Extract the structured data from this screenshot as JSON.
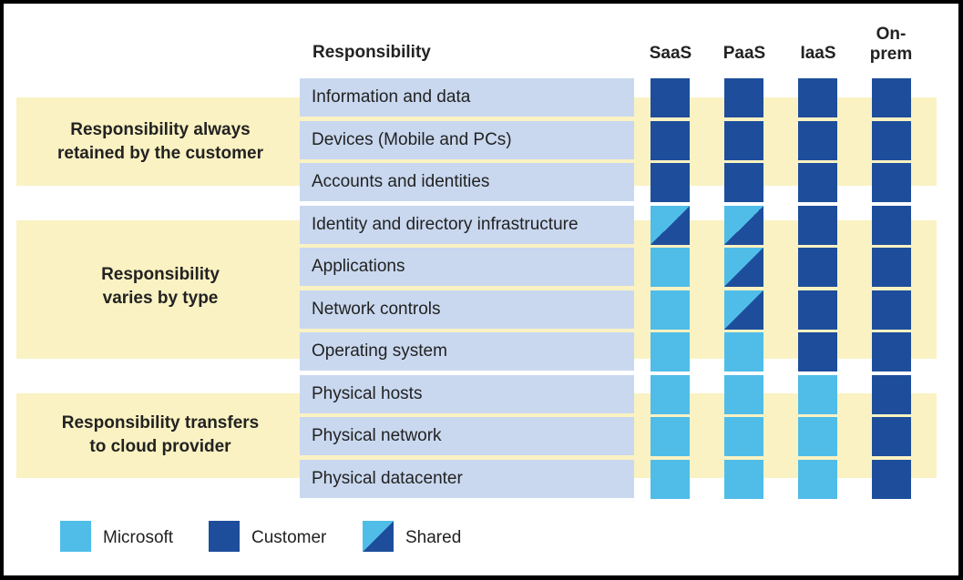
{
  "header": {
    "responsibility": "Responsibility",
    "columns": [
      "SaaS",
      "PaaS",
      "IaaS",
      "On-\nprem"
    ]
  },
  "groups": [
    "Responsibility always\nretained by the customer",
    "Responsibility\nvaries by type",
    "Responsibility transfers\nto cloud provider"
  ],
  "rows": [
    {
      "label": "Information and data",
      "cells": [
        "C",
        "C",
        "C",
        "C"
      ]
    },
    {
      "label": "Devices (Mobile and PCs)",
      "cells": [
        "C",
        "C",
        "C",
        "C"
      ]
    },
    {
      "label": "Accounts and identities",
      "cells": [
        "C",
        "C",
        "C",
        "C"
      ]
    },
    {
      "label": "Identity and directory infrastructure",
      "cells": [
        "S",
        "S",
        "C",
        "C"
      ]
    },
    {
      "label": "Applications",
      "cells": [
        "M",
        "S",
        "C",
        "C"
      ]
    },
    {
      "label": "Network controls",
      "cells": [
        "M",
        "S",
        "C",
        "C"
      ]
    },
    {
      "label": "Operating system",
      "cells": [
        "M",
        "M",
        "C",
        "C"
      ]
    },
    {
      "label": "Physical hosts",
      "cells": [
        "M",
        "M",
        "M",
        "C"
      ]
    },
    {
      "label": "Physical network",
      "cells": [
        "M",
        "M",
        "M",
        "C"
      ]
    },
    {
      "label": "Physical datacenter",
      "cells": [
        "M",
        "M",
        "M",
        "C"
      ]
    }
  ],
  "legend": [
    {
      "key": "M",
      "label": "Microsoft"
    },
    {
      "key": "C",
      "label": "Customer"
    },
    {
      "key": "S",
      "label": "Shared"
    }
  ],
  "colors": {
    "microsoft": "#4fbde8",
    "customer": "#1e4e9b",
    "band": "#faf2c2",
    "row_label_bg": "#c9d8ef"
  }
}
